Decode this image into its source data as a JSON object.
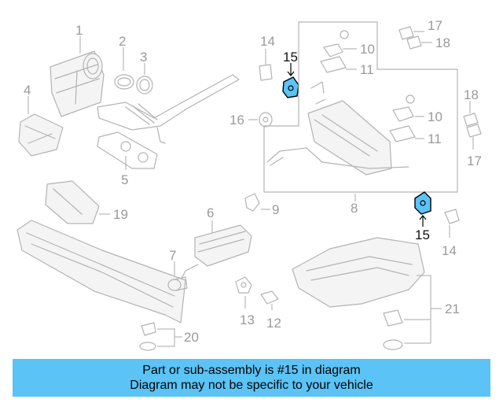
{
  "diagram": {
    "callouts": [
      "1",
      "2",
      "3",
      "4",
      "5",
      "6",
      "7",
      "8",
      "9",
      "10",
      "11",
      "12",
      "13",
      "14",
      "15",
      "16",
      "17",
      "18",
      "19",
      "20",
      "21"
    ],
    "highlight_color": "#5bc3f5"
  },
  "banner": {
    "line1": "Part or sub-assembly is #15 in diagram",
    "line2": "Diagram may not be specific to your vehicle",
    "background": "#5bc3f5"
  }
}
